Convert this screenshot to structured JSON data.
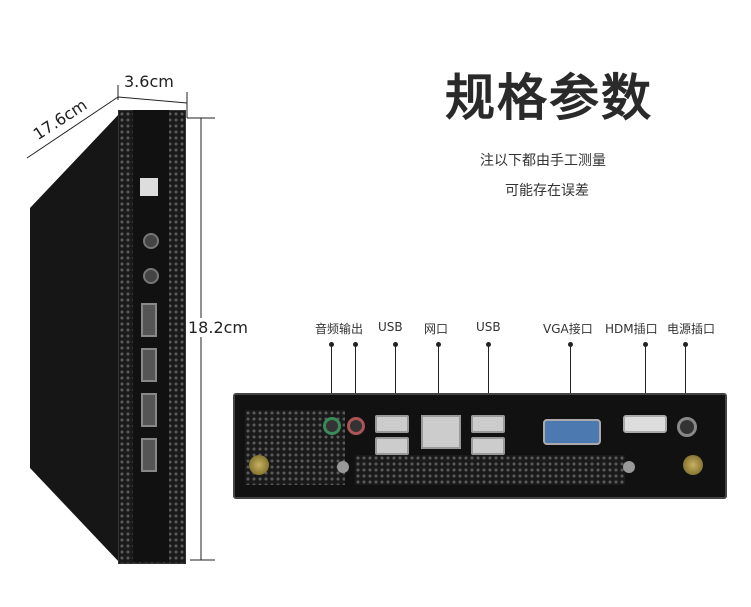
{
  "title": "规格参数",
  "notes": [
    "注以下都由手工测量",
    "可能存在误差"
  ],
  "dimensions": {
    "depth": "17.6cm",
    "width": "3.6cm",
    "height": "18.2cm"
  },
  "port_labels": [
    "音频输出",
    "USB",
    "网口",
    "USB",
    "VGA接口",
    "HDM插口",
    "电源插口"
  ]
}
